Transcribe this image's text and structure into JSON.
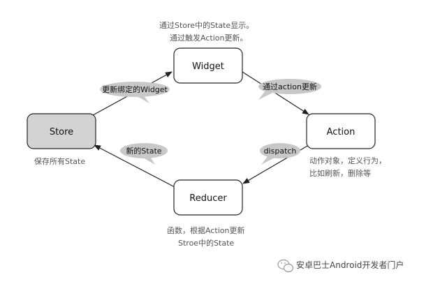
{
  "nodes": {
    "widget": "Widget",
    "action": "Action",
    "reducer": "Reducer",
    "store": "Store"
  },
  "edges": {
    "store_to_widget": "更新绑定的Widget",
    "widget_to_action": "通过action更新",
    "action_to_reducer": "dispatch",
    "reducer_to_store": "新的State"
  },
  "notes": {
    "widget": [
      "通过Store中的State显示。",
      "通过触发Action更新。"
    ],
    "action": [
      "动作对象，定义行为，",
      "比如刷新，删除等"
    ],
    "reducer": [
      "函数，根据Action更新",
      "Stroe中的State"
    ],
    "store": [
      "保存所有State"
    ]
  },
  "watermark": "安卓巴士Android开发者门户",
  "colors": {
    "store_fill": "#d3d3d3",
    "node_fill": "#ffffff",
    "bubble_fill": "#c8c8c8",
    "stroke": "#222222"
  }
}
